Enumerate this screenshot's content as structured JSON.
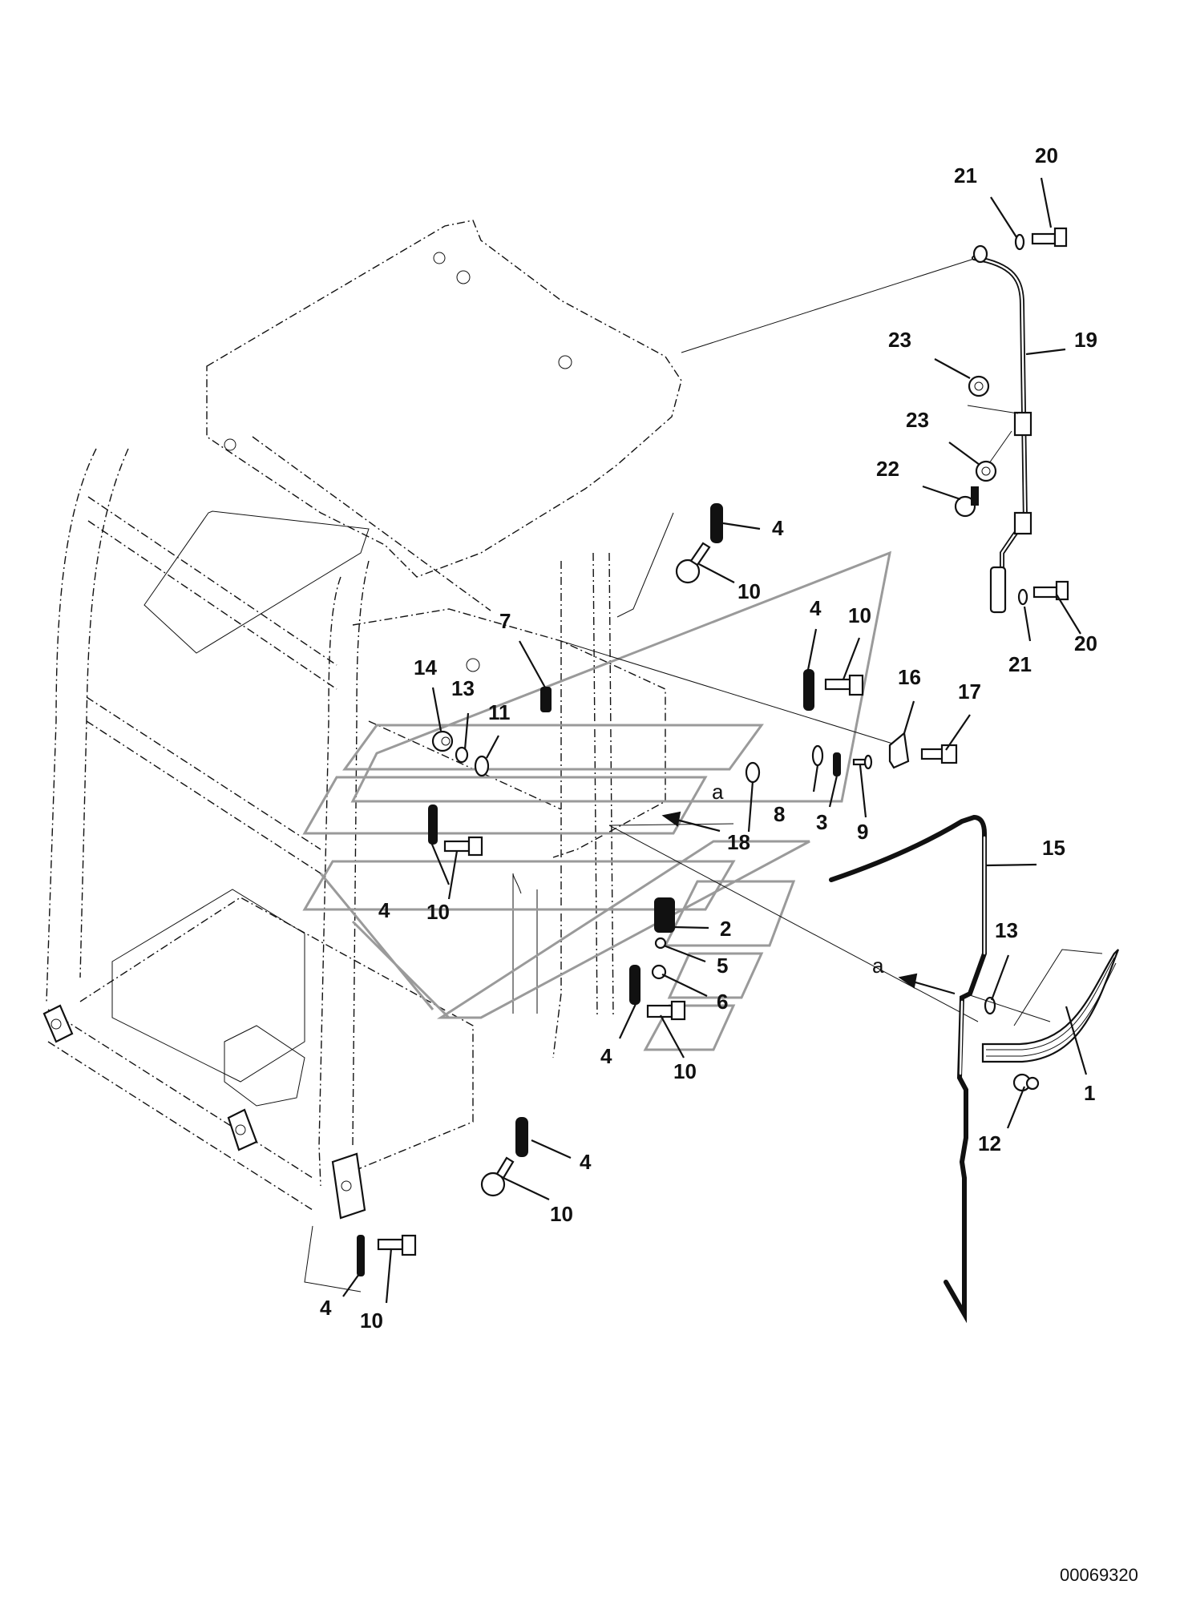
{
  "diagram": {
    "type": "exploded-parts-diagram",
    "subject": "operator cab frame with handrail, pipe and mounting hardware",
    "drawing_number": "00069320",
    "view_marker": "a",
    "callouts": [
      {
        "id": "c20a",
        "label": "20"
      },
      {
        "id": "c21a",
        "label": "21"
      },
      {
        "id": "c19",
        "label": "19"
      },
      {
        "id": "c23a",
        "label": "23"
      },
      {
        "id": "c23b",
        "label": "23"
      },
      {
        "id": "c22",
        "label": "22"
      },
      {
        "id": "c20b",
        "label": "20"
      },
      {
        "id": "c21b",
        "label": "21"
      },
      {
        "id": "c4a",
        "label": "4"
      },
      {
        "id": "c10a",
        "label": "10"
      },
      {
        "id": "c4b",
        "label": "4"
      },
      {
        "id": "c10b",
        "label": "10"
      },
      {
        "id": "c16",
        "label": "16"
      },
      {
        "id": "c17",
        "label": "17"
      },
      {
        "id": "c7",
        "label": "7"
      },
      {
        "id": "c14",
        "label": "14"
      },
      {
        "id": "c13a",
        "label": "13"
      },
      {
        "id": "c11",
        "label": "11"
      },
      {
        "id": "c18",
        "label": "18"
      },
      {
        "id": "c8",
        "label": "8"
      },
      {
        "id": "c3",
        "label": "3"
      },
      {
        "id": "c9",
        "label": "9"
      },
      {
        "id": "c15",
        "label": "15"
      },
      {
        "id": "c2",
        "label": "2"
      },
      {
        "id": "c5",
        "label": "5"
      },
      {
        "id": "c6",
        "label": "6"
      },
      {
        "id": "c4c",
        "label": "4"
      },
      {
        "id": "c10c",
        "label": "10"
      },
      {
        "id": "c4d",
        "label": "4"
      },
      {
        "id": "c10d",
        "label": "10"
      },
      {
        "id": "c13b",
        "label": "13"
      },
      {
        "id": "c1",
        "label": "1"
      },
      {
        "id": "c12",
        "label": "12"
      },
      {
        "id": "c4e",
        "label": "4"
      },
      {
        "id": "c10e",
        "label": "10"
      },
      {
        "id": "c4f",
        "label": "4"
      },
      {
        "id": "c10f",
        "label": "10"
      }
    ],
    "view_arrows": [
      {
        "id": "va1",
        "label": "a"
      },
      {
        "id": "va2",
        "label": "a"
      }
    ]
  }
}
